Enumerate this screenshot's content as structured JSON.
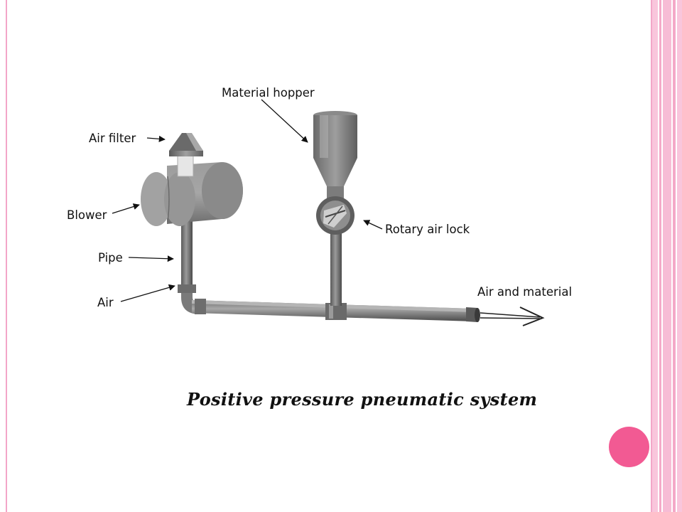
{
  "diagram": {
    "labels": {
      "material_hopper": "Material hopper",
      "air_filter": "Air filter",
      "blower": "Blower",
      "pipe": "Pipe",
      "air": "Air",
      "rotary_air_lock": "Rotary air lock",
      "air_and_material": "Air and material"
    }
  },
  "caption": "Positive pressure pneumatic system",
  "colors": {
    "frame": "#f3a6c8",
    "accent_dot": "#f25a93",
    "stripe_light": "#f9c6dc",
    "stripe_mid": "#f4a9c8"
  }
}
